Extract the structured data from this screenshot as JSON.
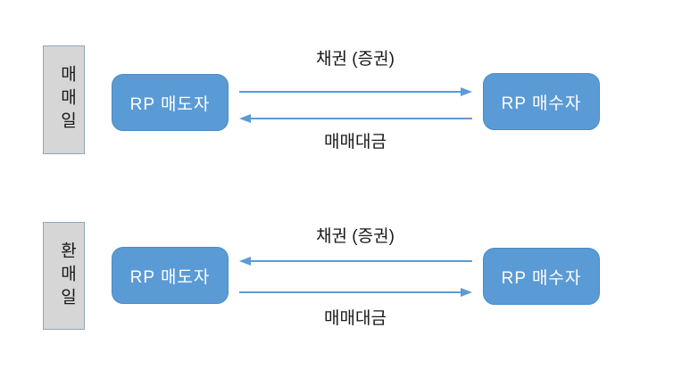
{
  "colors": {
    "box_blue": "#5b9bd5",
    "box_blue_border": "#4a8ac5",
    "box_gray": "#d6d6d6",
    "box_gray_border": "#8ca6bd",
    "arrow_blue": "#5b9bd5",
    "text_dark": "#1a1a1a",
    "text_white": "#ffffff"
  },
  "sections": [
    {
      "phase_label": "매매일",
      "left_box": "RP 매도자",
      "right_box": "RP 매수자",
      "top_flow": {
        "label": "채권 (증권)",
        "direction": "right"
      },
      "bottom_flow": {
        "label": "매매대금",
        "direction": "left"
      }
    },
    {
      "phase_label": "환매일",
      "left_box": "RP 매도자",
      "right_box": "RP 매수자",
      "top_flow": {
        "label": "채권 (증권)",
        "direction": "left"
      },
      "bottom_flow": {
        "label": "매매대금",
        "direction": "right"
      }
    }
  ]
}
